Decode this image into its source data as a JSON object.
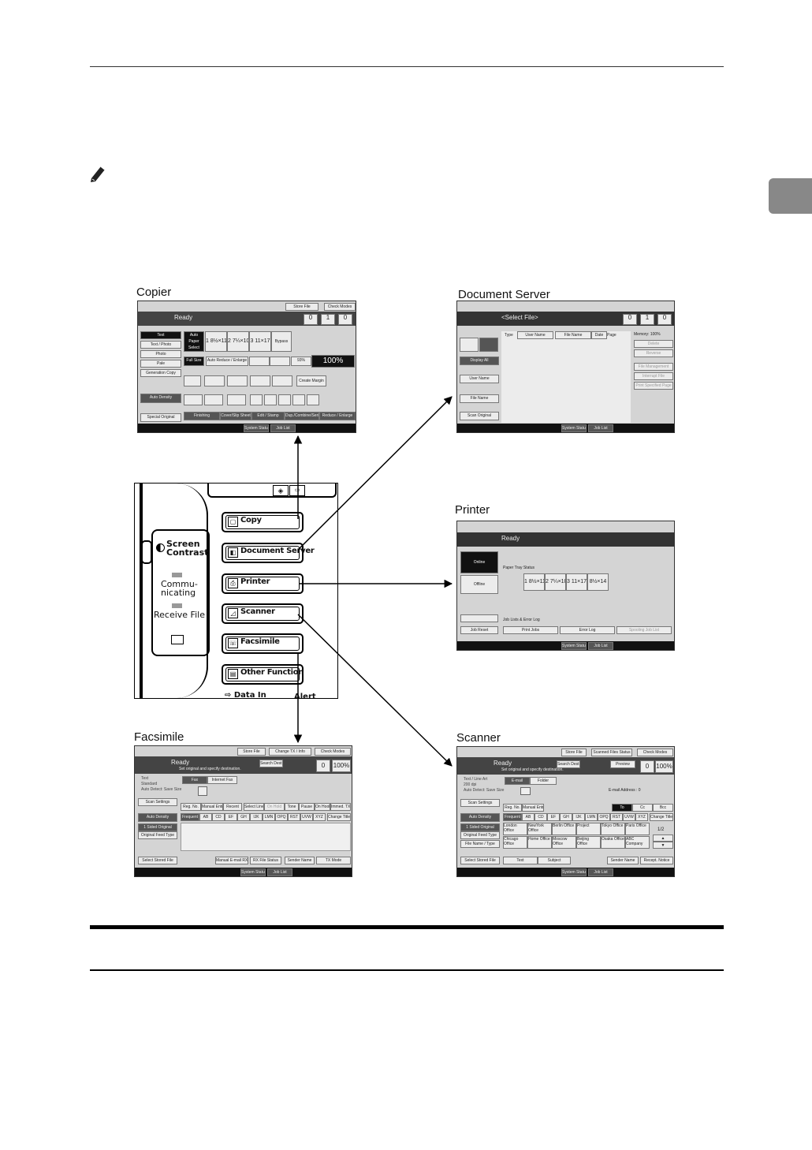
{
  "captions": {
    "copier": "Copier",
    "document_server": "Document Server",
    "printer": "Printer",
    "facsimile": "Facsimile",
    "scanner": "Scanner"
  },
  "control_panel": {
    "screen_contrast": [
      "Screen",
      "Contrast"
    ],
    "communicating": [
      "Commu-",
      "nicating"
    ],
    "receive_file": "Receive File",
    "keys": [
      "Copy",
      "Document Server",
      "Printer",
      "Scanner",
      "Facsimile",
      "Other Function"
    ],
    "data_in": "Data In",
    "alert": "Alert"
  },
  "copier_screen": {
    "top_buttons": [
      "Store File",
      "Check Modes"
    ],
    "status": "Ready",
    "counters": [
      "0",
      "1",
      "0"
    ],
    "left_modes": [
      "Text",
      "Text / Photo",
      "Photo",
      "Pale",
      "Generation Copy"
    ],
    "auto_density": "Auto Density",
    "special_original": "Special Original",
    "paper_select": "Auto Paper Select",
    "paper_trays": [
      "1 8½×11",
      "2 7¼×10½",
      "3 11×17",
      "Bypass"
    ],
    "full_size": "Full Size",
    "reduce_enlarge": "Auto Reduce / Enlarge",
    "ratios": [
      "93%"
    ],
    "ratio_display": "100%",
    "create_margin": "Create Margin",
    "bottom_tabs": [
      "Finishing",
      "Cover/Slip Sheet",
      "Edit / Stamp",
      "Dup./Combine/Series",
      "Reduce / Enlarge"
    ],
    "footer": [
      "System Status",
      "Job List"
    ]
  },
  "docserver_screen": {
    "title": "<Select File>",
    "counters": [
      "0",
      "1",
      "0"
    ],
    "columns": [
      "Type",
      "User Name",
      "File Name",
      "Date",
      "Page"
    ],
    "left_buttons": [
      "Display All",
      "User Name",
      "File Name",
      "Scan Original"
    ],
    "memory": "Memory: 100%",
    "right_buttons": [
      "Delete",
      "Reverse",
      "File Management",
      "Interrupt File",
      "Print Specified Page"
    ],
    "footer": [
      "System Status",
      "Job List"
    ]
  },
  "printer_screen": {
    "status": "Ready",
    "online": "Online",
    "offline": "Offline",
    "paper_tray_status": "Paper Tray Status",
    "trays": [
      "1 8½×11",
      "2 7¼×10½",
      "3 11×17",
      "8½×14"
    ],
    "job_reset": "Job Reset",
    "job_lists": "Job Lists & Error Log",
    "job_buttons": [
      "Print Jobs",
      "Error Log",
      "Spooling Job List"
    ],
    "footer": [
      "System Status",
      "Job List"
    ]
  },
  "fax_screen": {
    "top_buttons": [
      "Store File",
      "Change TX / Info",
      "Check Modes"
    ],
    "status": "Ready",
    "sub_status": "Set original and specify destination.",
    "search_dest": "Search Dest.",
    "counter": "0",
    "ratio": "100%",
    "tabs": [
      "Fax",
      "Internet Fax"
    ],
    "left_info": [
      "Text",
      "Standard",
      "Auto Detect: Save Size"
    ],
    "scan_settings": "Scan Settings",
    "auto_density": "Auto Density",
    "original_buttons": [
      "1 Sided Original",
      "Original Feed Type"
    ],
    "select_stored": "Select Stored File",
    "mid_buttons": [
      "Reg. No.",
      "Manual Entry",
      "Recent",
      "Select Line",
      "On Hold",
      "Tone",
      "Pause",
      "On Hook",
      "Immed. TX"
    ],
    "index": [
      "Frequent",
      "AB",
      "CD",
      "EF",
      "GH",
      "IJK",
      "LMN",
      "OPQ",
      "RST",
      "UVW",
      "XYZ",
      "Change Title"
    ],
    "bottom_buttons": [
      "Manual E-mail RX",
      "RX File Status",
      "Sender Name",
      "TX Mode"
    ],
    "footer": [
      "System Status",
      "Job List"
    ]
  },
  "scanner_screen": {
    "top_buttons": [
      "Store File",
      "Scanned Files Status",
      "Check Modes"
    ],
    "status": "Ready",
    "sub_status": "Set original and specify destination.",
    "search_dest": "Search Dest.",
    "preview": "Preview",
    "counter": "0",
    "ratio": "100%",
    "tabs": [
      "E-mail",
      "Folder"
    ],
    "left_info": [
      "Text / Line Art",
      "200 dpi",
      "Auto Detect: Save Size"
    ],
    "scan_settings": "Scan Settings",
    "auto_density": "Auto Density",
    "original_buttons": [
      "1 Sided Original",
      "Original Feed Type",
      "File Name / Type"
    ],
    "select_stored": "Select Stored File",
    "email_address": "E-mail Address :  0",
    "mid_buttons": [
      "Reg. No.",
      "Manual Entry",
      "To",
      "Cc",
      "Bcc"
    ],
    "index": [
      "Frequent",
      "AB",
      "CD",
      "EF",
      "GH",
      "IJK",
      "LMN",
      "OPQ",
      "RST",
      "UVW",
      "XYZ",
      "Change Title"
    ],
    "destinations": [
      "London Office",
      "NewYork Office",
      "Berlin Office",
      "Project",
      "Tokyo Office",
      "Paris Office",
      "Chicago Office",
      "Home Office",
      "Moscow Office",
      "Beijing Office",
      "Osaka Office",
      "ABC Company"
    ],
    "page": "1/2",
    "bottom_buttons": [
      "Text",
      "Subject",
      "Sender Name",
      "Recept. Notice"
    ],
    "footer": [
      "System Status",
      "Job List"
    ]
  }
}
